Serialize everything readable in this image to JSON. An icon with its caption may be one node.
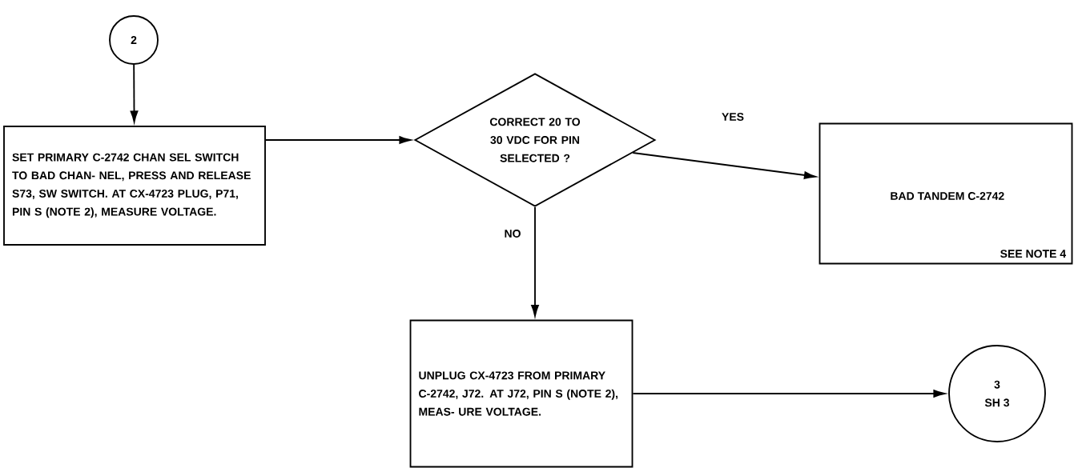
{
  "diagram": {
    "nodes": [
      {
        "text": [
          "2"
        ]
      },
      {
        "text": [
          "SET PRIMARY C-2742 CHAN SEL SWITCH TO BAD CHAN- NEL, PRESS AND RELEASE S73, SW SWITCH.  AT CX-4723 PLUG, P71, PIN S (NOTE 2), MEASURE VOLTAGE."
        ]
      },
      {
        "text": [
          "CORRECT 20 TO 30 VDC FOR PIN SELECTED ?"
        ]
      },
      {
        "text": [
          "BAD TANDEM C-2742",
          "SEE NOTE 4"
        ]
      },
      {
        "text": [
          "UNPLUG CX-4723 FROM PRIMARY C-2742, J72.  AT J72, PIN S (NOTE 2), MEAS- URE VOLTAGE."
        ]
      },
      {
        "text": [
          "3",
          "SH 3"
        ]
      }
    ],
    "edges": [
      {
        "from": 0,
        "to": 1,
        "arrow": "to"
      },
      {
        "from": 1,
        "to": 2,
        "arrow": "to"
      },
      {
        "from": 2,
        "to": 3,
        "arrow": "to",
        "label": "YES"
      },
      {
        "from": 2,
        "to": 4,
        "arrow": "to",
        "label": "NO"
      },
      {
        "from": 4,
        "to": 5,
        "arrow": "to"
      }
    ]
  }
}
